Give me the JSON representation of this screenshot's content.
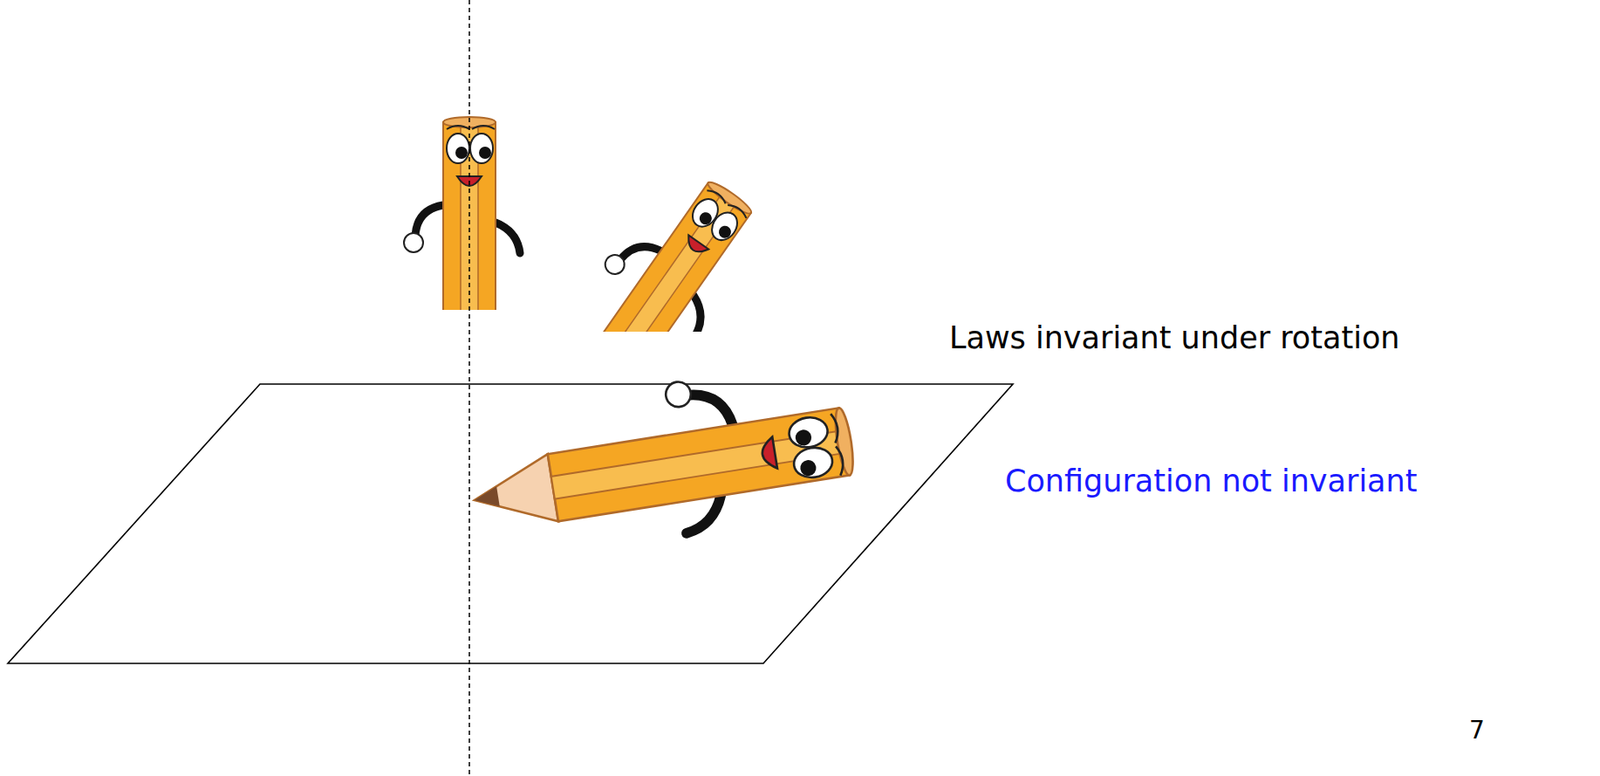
{
  "diagram": {
    "labels": [
      "Laws invariant under rotation",
      "Configuration not invariant",
      "7"
    ]
  }
}
